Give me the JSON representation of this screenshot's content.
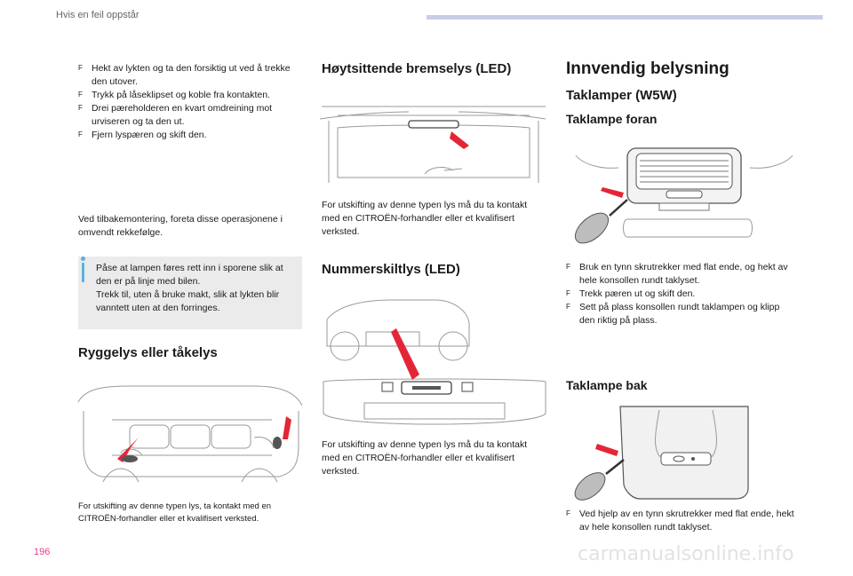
{
  "header": {
    "section_title": "Hvis en feil oppstår"
  },
  "page_number": "196",
  "watermark": "carmanualsonline.info",
  "col1": {
    "bullets": [
      "Hekt av lykten og ta den forsiktig ut ved å trekke den utover.",
      "Trykk på låseklipset og koble fra kontakten.",
      "Drei pæreholderen en kvart omdreining mot urviseren og ta den ut.",
      "Fjern lyspæren og skift den."
    ],
    "refit_note": "Ved tilbakemontering, foreta disse operasjonene i omvendt rekkefølge.",
    "info_box": "Påse at lampen føres rett inn i sporene slik at den er på linje med bilen.\nTrekk til, uten å bruke makt, slik at lykten blir vanntett uten at den forringes.",
    "reversing_title": "Ryggelys eller tåkelys",
    "reversing_note": "For utskifting av denne typen lys, ta kontakt med en CITROËN-forhandler eller et kvalifisert verksted."
  },
  "col2": {
    "brake_title": "Høytsittende bremselys (LED)",
    "brake_note": "For utskifting av denne typen lys må du ta kontakt med en CITROËN-forhandler eller et kvalifisert verksted.",
    "plate_title": "Nummerskiltlys (LED)",
    "plate_note": "For utskifting av denne typen lys må du ta kontakt med en CITROËN-forhandler eller et kvalifisert verksted."
  },
  "col3": {
    "main_title": "Innvendig belysning",
    "sub_title": "Taklamper (W5W)",
    "front_title": "Taklampe foran",
    "front_bullets": [
      "Bruk en tynn skrutrekker med flat ende, og hekt av hele konsollen rundt taklyset.",
      "Trekk pæren ut og skift den.",
      "Sett på plass konsollen rundt taklampen og klipp den riktig på plass."
    ],
    "rear_title": "Taklampe bak",
    "rear_bullets": [
      "Ved hjelp av en tynn skrutrekker med flat ende, hekt av hele konsollen rundt taklyset."
    ]
  },
  "bullet_glyph": "F",
  "colors": {
    "accent_arrow": "#e32636",
    "info_bar": "#5ab1e0",
    "info_bg": "#ebebeb",
    "header_bar": "#c8cde6"
  },
  "icons": [
    "info-icon",
    "red-arrow-icon"
  ]
}
